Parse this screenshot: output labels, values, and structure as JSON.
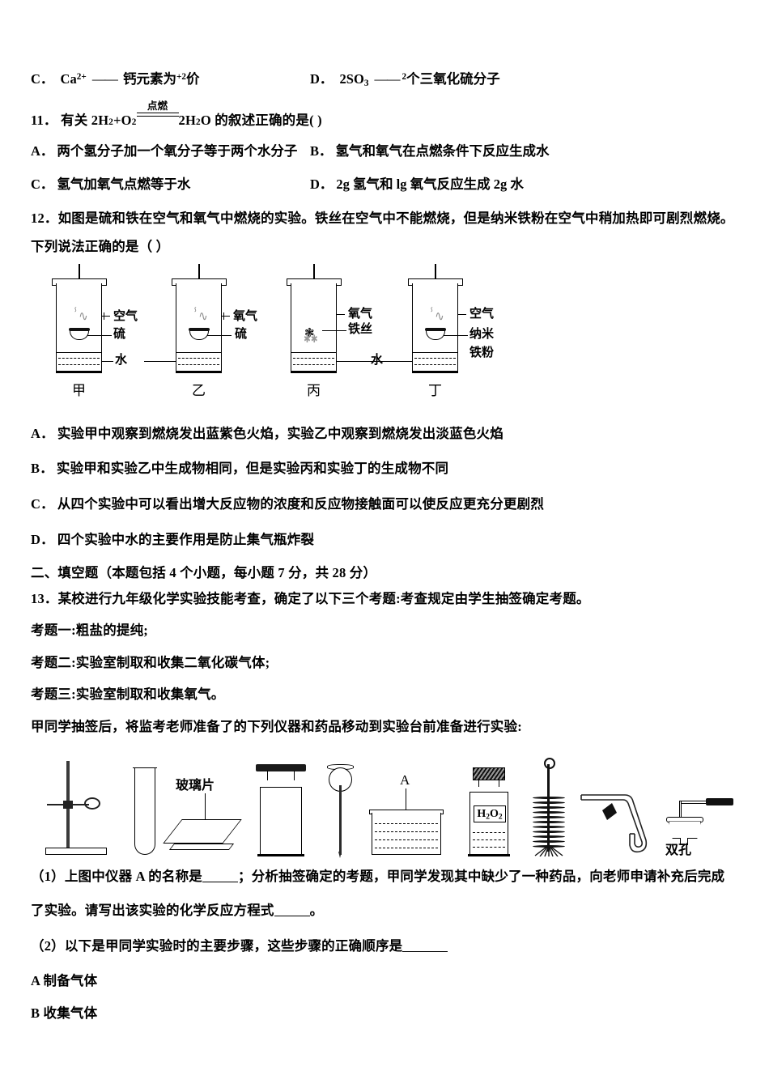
{
  "q10_options": {
    "c": {
      "label": "C．",
      "formula_main": "Ca",
      "formula_sup": "2+",
      "dashes": "——",
      "text_before": "钙元素为",
      "charge": "+2",
      "text_after": "价"
    },
    "d": {
      "label": "D．",
      "formula_main": "2SO",
      "formula_sub": "3",
      "dashes": "——",
      "count": "2",
      "text_after": "个三氧化硫分子"
    }
  },
  "q11": {
    "number": "11．",
    "stem_before": "有关",
    "eq_left_a": "2H",
    "eq_left_a_sub": "2",
    "eq_plus": "+O",
    "eq_plus_sub": "2",
    "condition": "点燃",
    "eq_right": "2H",
    "eq_right_sub": "2",
    "eq_right_tail": "O",
    "stem_after": "的叙述正确的是(    )",
    "options": [
      {
        "label": "A．",
        "text": "两个氢分子加一个氧分子等于两个水分子"
      },
      {
        "label": "B．",
        "text": "氢气和氧气在点燃条件下反应生成水"
      },
      {
        "label": "C．",
        "text": "氢气加氧气点燃等于水"
      },
      {
        "label": "D．",
        "text": "2g 氢气和 lg 氧气反应生成 2g 水"
      }
    ]
  },
  "q12": {
    "number": "12．",
    "stem_line1": "如图是硫和铁在空气和氧气中燃烧的实验。铁丝在空气中不能燃烧，但是纳米铁粉在空气中稍加热即可剧烈燃烧。",
    "stem_line2": "下列说法正确的是（      ）",
    "figure": {
      "name": "four-gas-jar-combustion-experiments",
      "jars": [
        {
          "name": "甲",
          "labels": [
            "空气",
            "硫",
            "水"
          ],
          "content": "sulfur-in-air"
        },
        {
          "name": "乙",
          "labels": [
            "氧气",
            "硫",
            "水"
          ],
          "content": "sulfur-in-oxygen"
        },
        {
          "name": "丙",
          "labels": [
            "氧气",
            "铁丝",
            "水"
          ],
          "content": "iron-wire-in-oxygen"
        },
        {
          "name": "丁",
          "labels": [
            "空气",
            "纳米",
            "铁粉"
          ],
          "content": "nano-iron-powder-in-air"
        }
      ]
    },
    "options": [
      {
        "label": "A．",
        "text": "实验甲中观察到燃烧发出蓝紫色火焰，实验乙中观察到燃烧发出淡蓝色火焰"
      },
      {
        "label": "B．",
        "text": "实验甲和实验乙中生成物相同，但是实验丙和实验丁的生成物不同"
      },
      {
        "label": "C．",
        "text": "从四个实验中可以看出增大反应物的浓度和反应物接触面可以使反应更充分更剧烈"
      },
      {
        "label": "D．",
        "text": "四个实验中水的主要作用是防止集气瓶炸裂"
      }
    ]
  },
  "section2": {
    "heading": "二、填空题（本题包括 4 个小题，每小题 7 分，共 28 分）"
  },
  "q13": {
    "number": "13．",
    "stem": "某校进行九年级化学实验技能考查，确定了以下三个考题:考查规定由学生抽签确定考题。",
    "topics": [
      "考题一:粗盐的提纯;",
      "考题二:实验室制取和收集二氧化碳气体;",
      "考题三:实验室制取和收集氧气。"
    ],
    "lead": "甲同学抽签后，将监考老师准备了的下列仪器和药品移动到实验台前准备进行实验:",
    "figure": {
      "name": "apparatus-and-reagents-row",
      "items": [
        {
          "name": "iron-stand-with-clamp",
          "label": ""
        },
        {
          "name": "test-tube",
          "label": ""
        },
        {
          "name": "glass-plate",
          "label": "玻璃片"
        },
        {
          "name": "wide-mouth-bottle",
          "label": ""
        },
        {
          "name": "long-neck-funnel",
          "label": ""
        },
        {
          "name": "water-trough",
          "label": "A"
        },
        {
          "name": "reagent-bottle",
          "label": "H2O2"
        },
        {
          "name": "test-tube-brush",
          "label": ""
        },
        {
          "name": "bent-glass-tube",
          "label": ""
        },
        {
          "name": "double-hole-rubber-stopper",
          "label": "双孔"
        }
      ]
    },
    "sub1_a": "（1）上图中仪器 A 的名称是",
    "sub1_b": "；分析抽签确定的考题，甲同学发现其中缺少了一种药品，向老师申请补充后完成",
    "sub1_c": "了实验。请写出该实验的化学反应方程式",
    "sub1_d": "。",
    "sub2": "（2）以下是甲同学实验时的主要步骤，这些步骤的正确顺序是",
    "steps": [
      "A 制备气体",
      "B 收集气体"
    ]
  },
  "colors": {
    "ink": "#000000",
    "paper": "#ffffff",
    "flame_gray": "#8b8b8b"
  }
}
